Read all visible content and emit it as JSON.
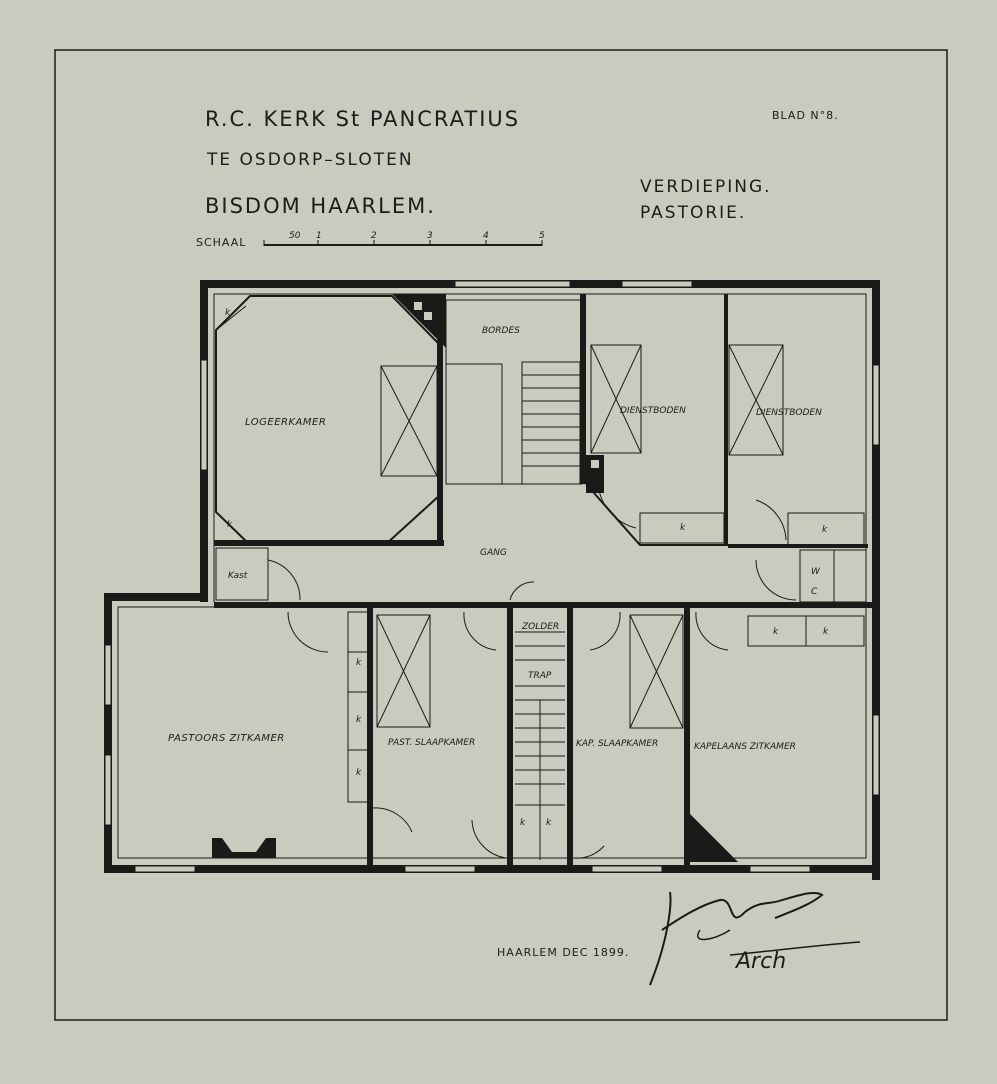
{
  "header": {
    "title_line1": "R.C. KERK St PANCRATIUS",
    "title_line2": "TE OSDORP–SLOTEN",
    "title_line3": "BISDOM  HAARLEM.",
    "sheet_no": "BLAD  N°8.",
    "drawing_line1": "VERDIEPING.",
    "drawing_line2": "PASTORIE."
  },
  "scale": {
    "label": "SCHAAL",
    "ticks": [
      "50",
      "1",
      "2",
      "3",
      "4",
      "5"
    ]
  },
  "rooms": {
    "logeerkamer": "LOGEERKAMER",
    "bordes": "BORDES",
    "dienstboden_1": "DIENSTBODEN",
    "dienstboden_2": "DIENSTBODEN",
    "gang": "GANG",
    "kast": "Kast",
    "wc_w": "W",
    "wc_c": "C",
    "zolder": "ZOLDER",
    "trap": "TRAP",
    "pastoors_zitkamer": "PASTOORS ZITKAMER",
    "past_slaapkamer": "PAST. SLAAPKAMER",
    "kap_slaapkamer": "KAP. SLAAPKAMER",
    "kapelaans_zitkamer": "KAPELAANS ZITKAMER",
    "closet_mark": "k"
  },
  "footer": {
    "place_date": "HAARLEM  DEC 1899.",
    "signature_role": "Arch"
  }
}
